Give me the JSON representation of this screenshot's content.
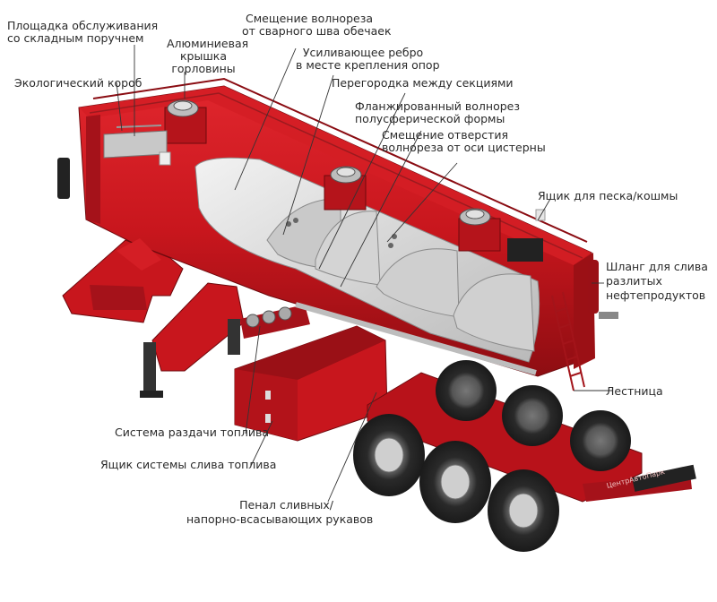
{
  "colors": {
    "tank_red": "#c8161d",
    "tank_dark": "#8e0d12",
    "interior": "#d9d9d9",
    "leader": "#333333"
  },
  "labels": {
    "service_platform": [
      "Площадка обслуживания",
      "со складным поручнем"
    ],
    "aluminum_cover": [
      "Алюминиевая",
      "крышка",
      "горловины"
    ],
    "baffle_offset_weld": [
      "Смещение волнореза",
      "от сварного шва обечаек"
    ],
    "reinforcing_rib": [
      "Усиливающее ребро",
      "в месте крепления опор"
    ],
    "section_partition": [
      "Перегородка между секциями"
    ],
    "eco_box": [
      "Экологический короб"
    ],
    "flanged_baffle": [
      "Фланжированный волнорез",
      "полусферической формы"
    ],
    "hole_offset": [
      "Смещение отверстия",
      "волнореза от оси цистерны"
    ],
    "sand_box": [
      "Ящик для песка/кошмы"
    ],
    "spill_hose": [
      "Шланг для слива",
      "разлитых",
      "нефтепродуктов"
    ],
    "ladder": [
      "Лестница"
    ],
    "fuel_dispense": [
      "Система раздачи топлива"
    ],
    "fuel_drain_box": [
      "Ящик системы слива топлива"
    ],
    "hose_case": [
      "Пенал сливных/",
      "напорно-всасывающих рукавов"
    ]
  },
  "brand_plate": "ЦентрАвтоПарк"
}
